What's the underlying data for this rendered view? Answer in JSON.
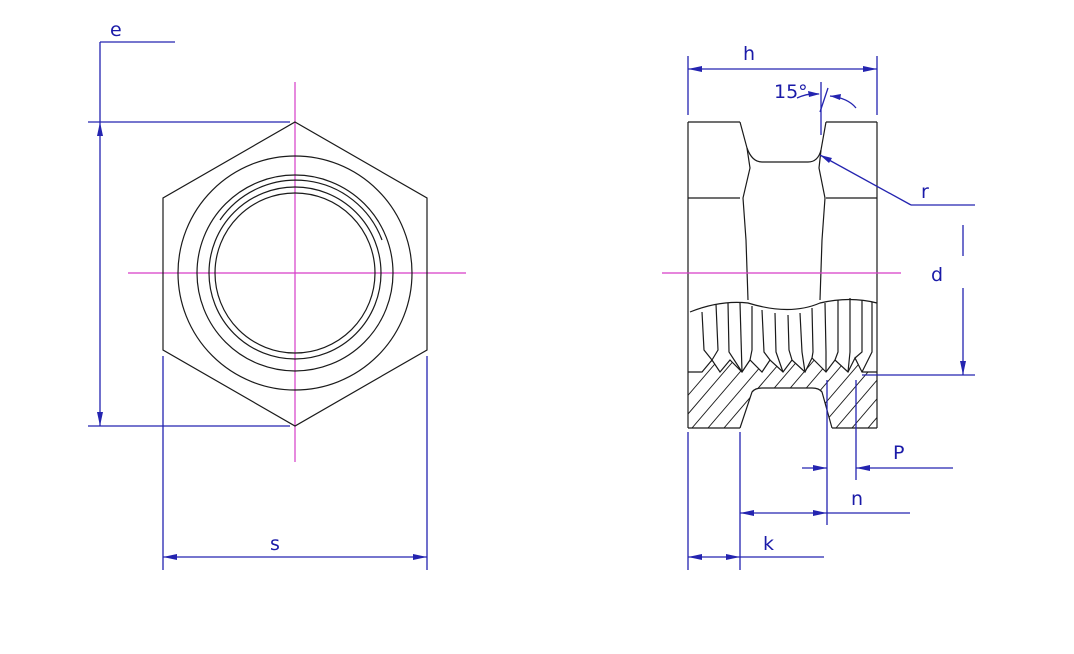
{
  "diagram": {
    "type": "technical-drawing",
    "subject": "hex nut / threaded insert, front and sectional side view",
    "colors": {
      "object_lines": "#1a1a1a",
      "dimension_lines": "#2424b0",
      "center_lines": "#d63cc8",
      "background": "#ffffff"
    },
    "front_view": {
      "labels": {
        "e": "e",
        "s": "s"
      }
    },
    "side_view": {
      "labels": {
        "h": "h",
        "angle": "15°",
        "r": "r",
        "d": "d",
        "P": "P",
        "n": "n",
        "k": "k"
      }
    }
  }
}
